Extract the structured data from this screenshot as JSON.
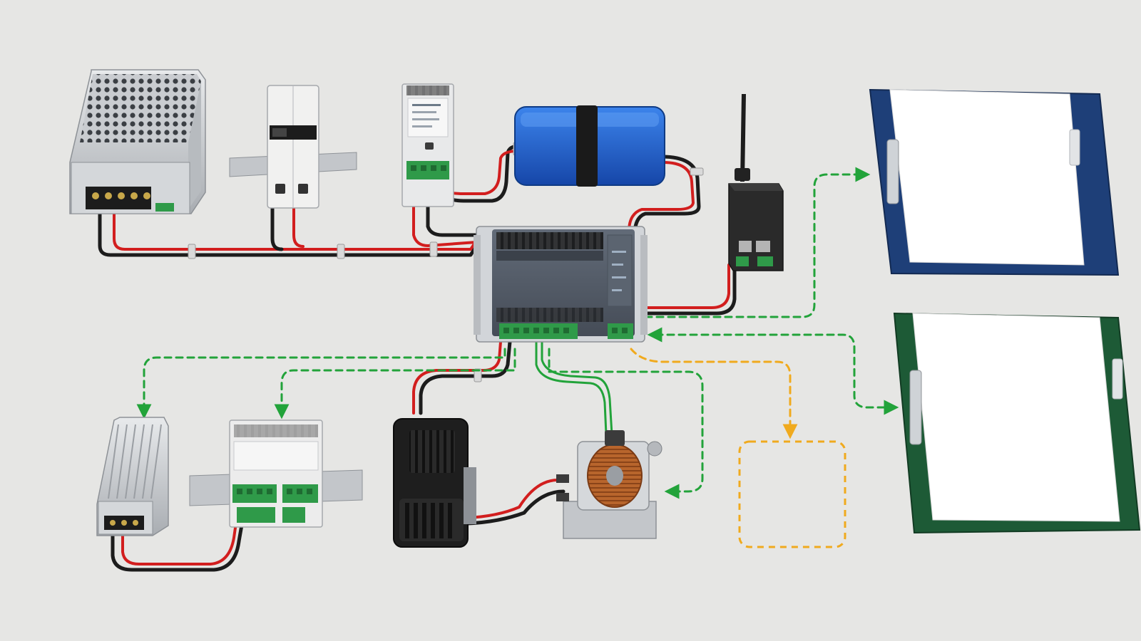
{
  "colors": {
    "background": "#e6e6e4",
    "flow_green": "#22a33a",
    "flow_orange": "#f0aa1e",
    "wire_red": "#d21e1e",
    "wire_black": "#1c1c1c",
    "battery_blue": "#1a5ed0",
    "clipboard_blue": "#1e3f78",
    "clipboard_green": "#1d5a36",
    "terminal_green": "#2f9a49",
    "copper": "#b8652c"
  },
  "nodes": [
    {
      "id": "psu",
      "icon": "power-supply-icon"
    },
    {
      "id": "breaker",
      "icon": "circuit-breaker-icon"
    },
    {
      "id": "din-module",
      "icon": "din-rail-module-icon"
    },
    {
      "id": "battery",
      "icon": "battery-pack-icon"
    },
    {
      "id": "controller",
      "icon": "controller-icon"
    },
    {
      "id": "gateway",
      "icon": "wireless-gateway-icon"
    },
    {
      "id": "clipboard-blue",
      "icon": "clipboard-icon"
    },
    {
      "id": "clipboard-green",
      "icon": "clipboard-icon"
    },
    {
      "id": "converter",
      "icon": "dc-converter-icon"
    },
    {
      "id": "io-module",
      "icon": "io-module-icon"
    },
    {
      "id": "fan-unit",
      "icon": "fan-heater-icon"
    },
    {
      "id": "solenoid",
      "icon": "solenoid-valve-icon"
    },
    {
      "id": "placeholder",
      "icon": "empty-box-icon"
    }
  ],
  "flows": [
    {
      "from": "controller",
      "to": "clipboard-blue",
      "color": "green"
    },
    {
      "from": "controller",
      "to": "clipboard-green",
      "color": "green",
      "bidirectional": true
    },
    {
      "from": "controller",
      "to": "converter",
      "color": "green"
    },
    {
      "from": "controller",
      "to": "io-module",
      "color": "green"
    },
    {
      "from": "controller",
      "to": "solenoid",
      "color": "green"
    },
    {
      "from": "controller",
      "to": "placeholder",
      "color": "orange"
    }
  ]
}
